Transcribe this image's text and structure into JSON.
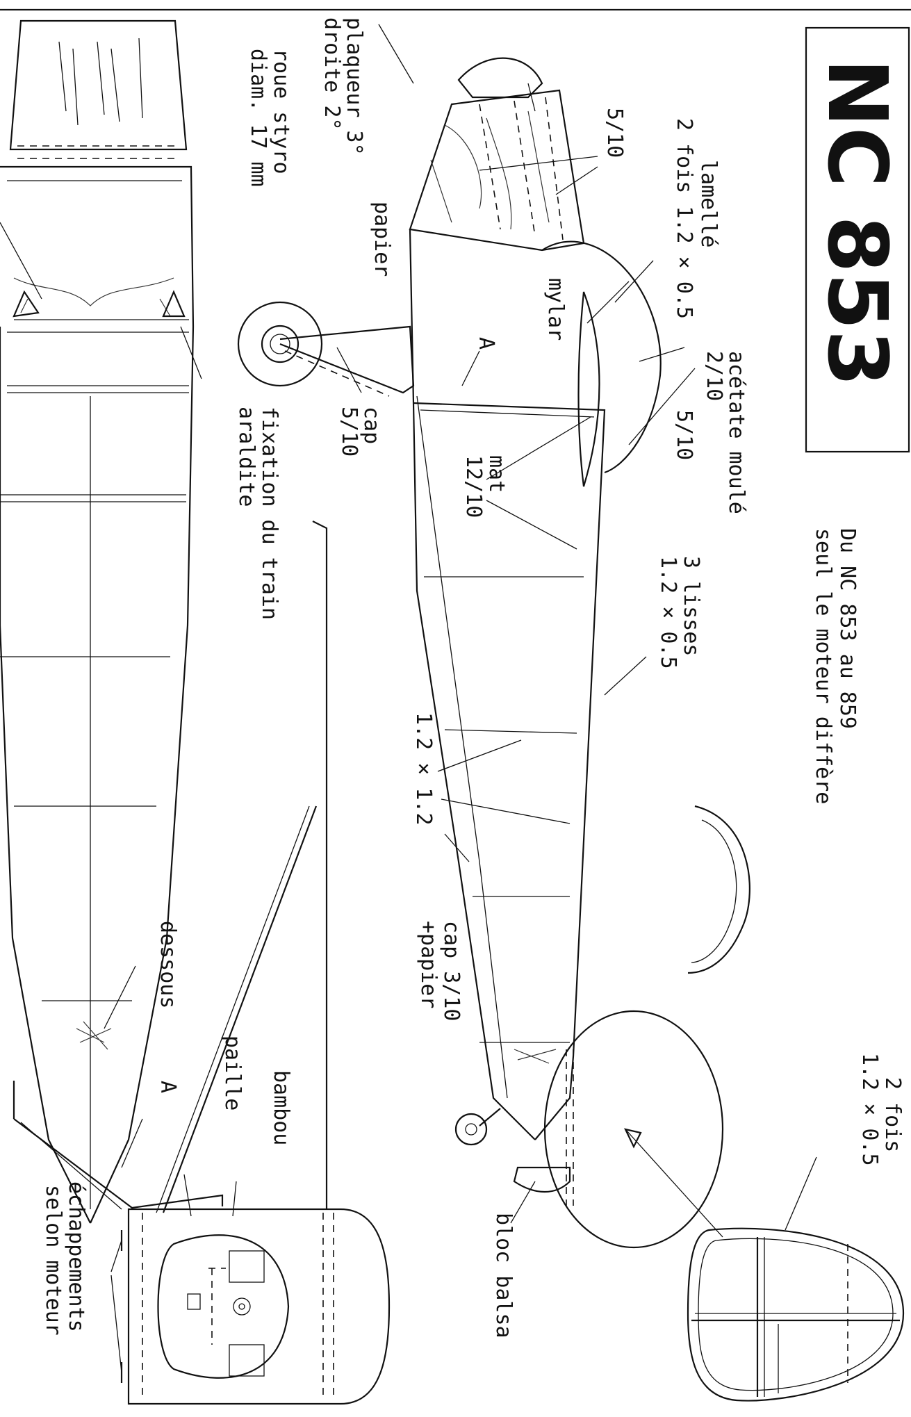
{
  "title": "NC 853",
  "note": [
    "Du NC 853 au 859",
    "seul le moteur diffère"
  ],
  "labels": {
    "plaqueur": [
      "plaqueur 3°",
      "droite 2°"
    ],
    "roue": [
      "roue styro",
      "diam. 17 mm"
    ],
    "papier": "papier",
    "cap_510": [
      "cap",
      "5/10"
    ],
    "fixation": [
      "fixation du train",
      "araldite"
    ],
    "lamelle": [
      "lamellé",
      "2 fois 1.2 × 0.5"
    ],
    "dim_510_a": "5/10",
    "mylar": "mylar",
    "a_top": "A",
    "mat": [
      "mat",
      "12/10"
    ],
    "acetate": [
      "acétate moulé",
      "2/10"
    ],
    "dim_510_b": "5/10",
    "lisses": [
      "3 lisses",
      "1.2 × 0.5"
    ],
    "dim_12x12": "1.2 × 1.2",
    "cap_310": [
      "cap 3/10",
      "+papier"
    ],
    "deux_fois": [
      "2 fois",
      "1.2 × 0.5"
    ],
    "bloc": "bloc balsa",
    "dessous": "dessous",
    "a_bottom": "A",
    "paille": "paille",
    "bambou": "bambou",
    "echappements": [
      "échappements",
      "selon moteur"
    ]
  }
}
